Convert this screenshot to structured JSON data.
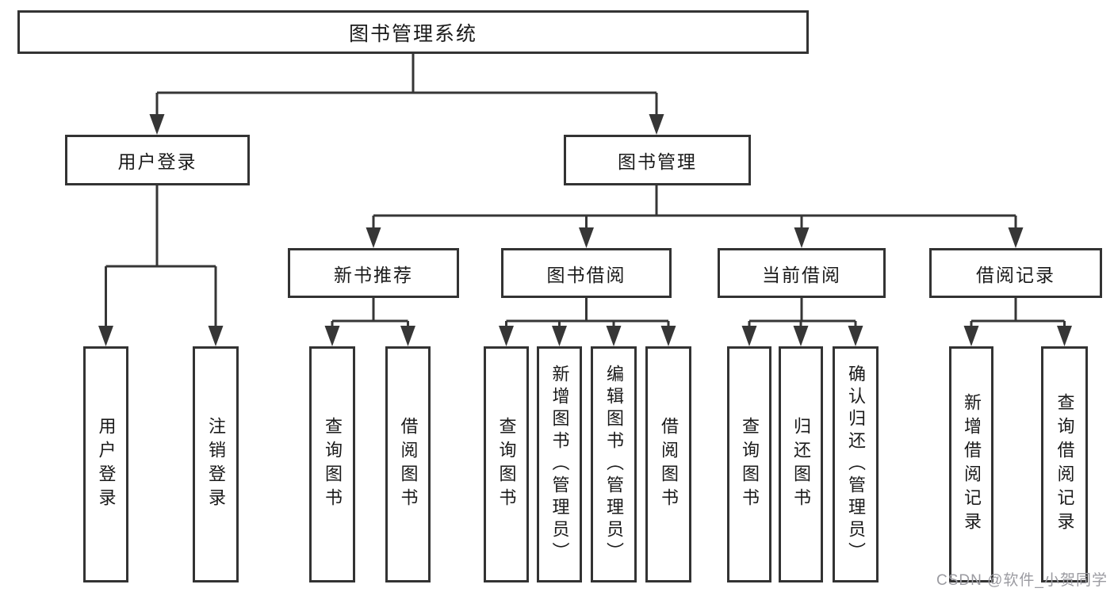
{
  "diagram": {
    "title": "图书管理系统",
    "root": {
      "label": "图书管理系统"
    },
    "branches": [
      {
        "label": "用户登录",
        "children": [
          {
            "label": "用户登录"
          },
          {
            "label": "注销登录"
          }
        ]
      },
      {
        "label": "图书管理",
        "children": [
          {
            "label": "新书推荐",
            "children": [
              {
                "label": "查询图书"
              },
              {
                "label": "借阅图书"
              }
            ]
          },
          {
            "label": "图书借阅",
            "children": [
              {
                "label": "查询图书"
              },
              {
                "label": "新增图书（管理员）"
              },
              {
                "label": "编辑图书（管理员）"
              },
              {
                "label": "借阅图书"
              }
            ]
          },
          {
            "label": "当前借阅",
            "children": [
              {
                "label": "查询图书"
              },
              {
                "label": "归还图书"
              },
              {
                "label": "确认归还（管理员）"
              }
            ]
          },
          {
            "label": "借阅记录",
            "children": [
              {
                "label": "新增借阅记录"
              },
              {
                "label": "查询借阅记录"
              }
            ]
          }
        ]
      }
    ]
  },
  "watermark": {
    "text": "CSDN @软件_小贺同学"
  },
  "colors": {
    "line": "#363636",
    "box_border": "#333333",
    "text": "#1a1a1a",
    "background": "#ffffff",
    "watermark": "#9b9ba1"
  }
}
